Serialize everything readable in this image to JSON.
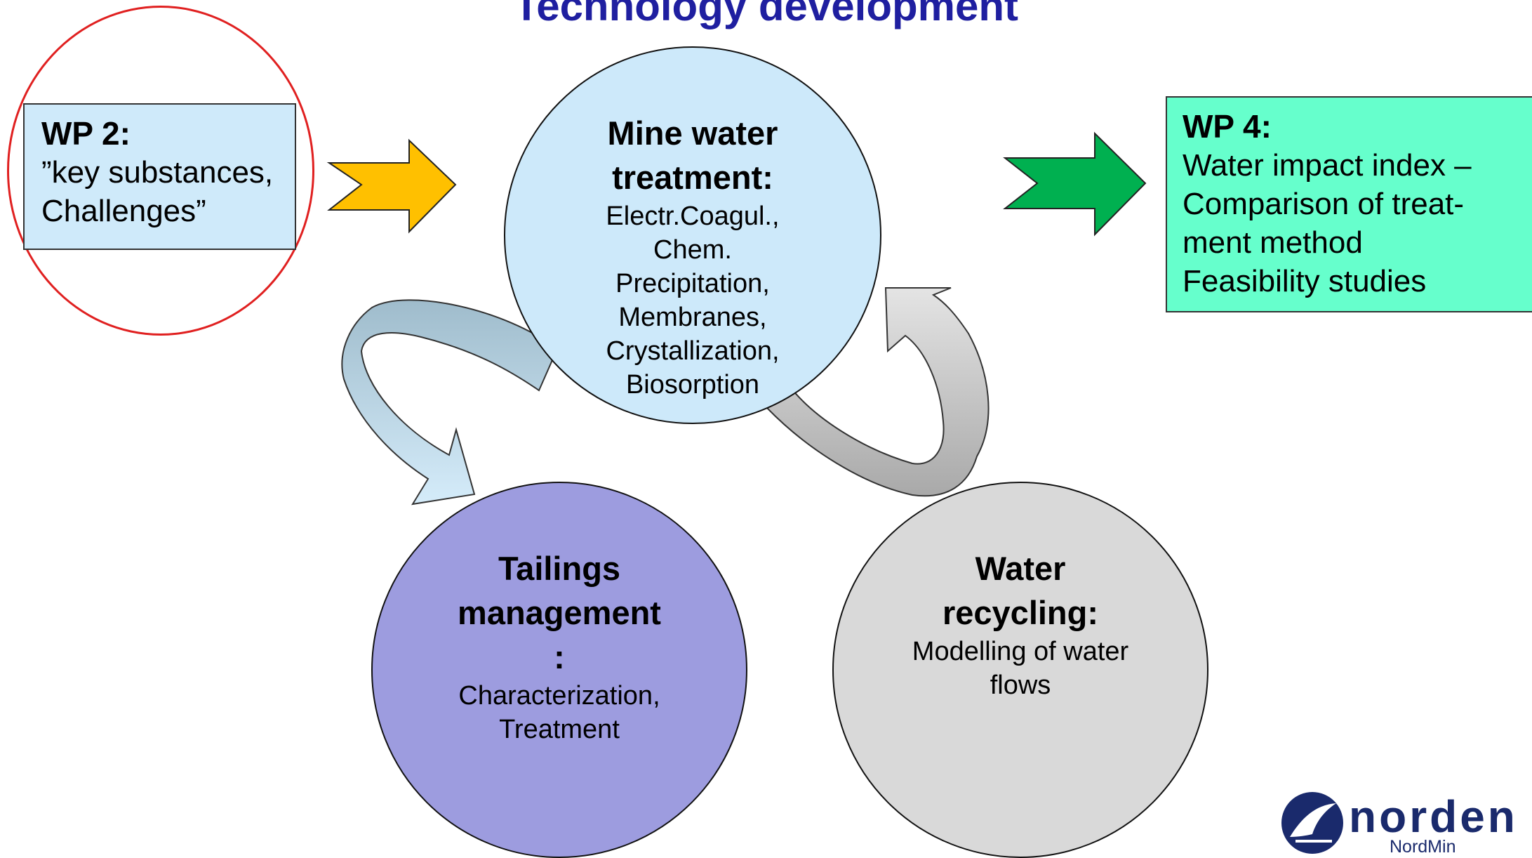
{
  "title": "Technology development",
  "wp2": {
    "title": "WP 2:",
    "lines": [
      "”key substances,",
      "Challenges”"
    ]
  },
  "wp4": {
    "title": "WP 4:",
    "lines": [
      "Water impact index –",
      "Comparison of treat-",
      "ment method",
      "Feasibility studies"
    ]
  },
  "mine_water": {
    "title_lines": [
      "Mine water",
      "treatment:"
    ],
    "body_lines": [
      "Electr.Coagul.,",
      "Chem.",
      "Precipitation,",
      "Membranes,",
      "Crystallization,",
      "Biosorption"
    ]
  },
  "tailings": {
    "title_lines": [
      "Tailings",
      "management",
      ":"
    ],
    "body_lines": [
      "Characterization,",
      "Treatment"
    ]
  },
  "recycling": {
    "title_lines": [
      "Water",
      "recycling:"
    ],
    "body_lines": [
      "Modelling of water",
      "flows"
    ]
  },
  "logo": {
    "word": "norden",
    "sub": "NordMin"
  },
  "colors": {
    "title": "#1f1fa0",
    "wp2_ring": "#e02020",
    "wp2_fill": "#cfeafa",
    "wp4_fill": "#66ffcc",
    "mine_fill": "#cde9fa",
    "tailings_fill": "#9d9cdf",
    "recycling_fill": "#d9d9d9",
    "arrow_yellow": "#ffc000",
    "arrow_green": "#00b050"
  }
}
